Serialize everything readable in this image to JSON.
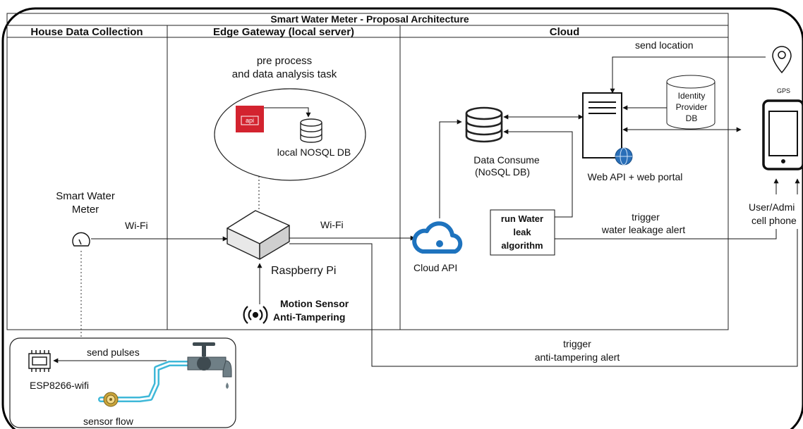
{
  "title": "Smart Water Meter - Proposal Architecture",
  "columns": {
    "house": "House Data Collection",
    "edge": "Edge Gateway (local server)",
    "cloud": "Cloud"
  },
  "edge": {
    "task_line1": "pre process",
    "task_line2": "and data analysis task",
    "api_badge": "api",
    "local_db": "local NOSQL DB",
    "raspberry": "Raspberry Pi",
    "motion_line1": "Motion Sensor",
    "motion_line2": "Anti-Tampering"
  },
  "house": {
    "meter_line1": "Smart Water",
    "meter_line2": "Meter",
    "wifi": "Wi-Fi",
    "send_pulses": "send pulses",
    "esp": "ESP8266-wifi",
    "sensor_flow": "sensor flow"
  },
  "cloud": {
    "wifi": "Wi-Fi",
    "cloud_api": "Cloud API",
    "consume_line1": "Data Consume",
    "consume_line2": "(NoSQL DB)",
    "webapi": "Web API + web portal",
    "idp_line1": "Identity",
    "idp_line2": "Provider",
    "idp_line3": "DB",
    "send_location": "send location",
    "gps": "GPS",
    "algo_line1": "run Water",
    "algo_line2": "leak",
    "algo_line3": "algorithm",
    "trigger1_line1": "trigger",
    "trigger1_line2": "water leakage alert",
    "phone_line1": "User/Admi",
    "phone_line2": "cell phone"
  },
  "bottom": {
    "trigger2_line1": "trigger",
    "trigger2_line2": "anti-tampering alert"
  },
  "colors": {
    "api_red": "#d3232f",
    "cloud_blue": "#1e73be",
    "pipe_cyan": "#3fb8d8",
    "sensor_gold": "#c9a43a"
  }
}
